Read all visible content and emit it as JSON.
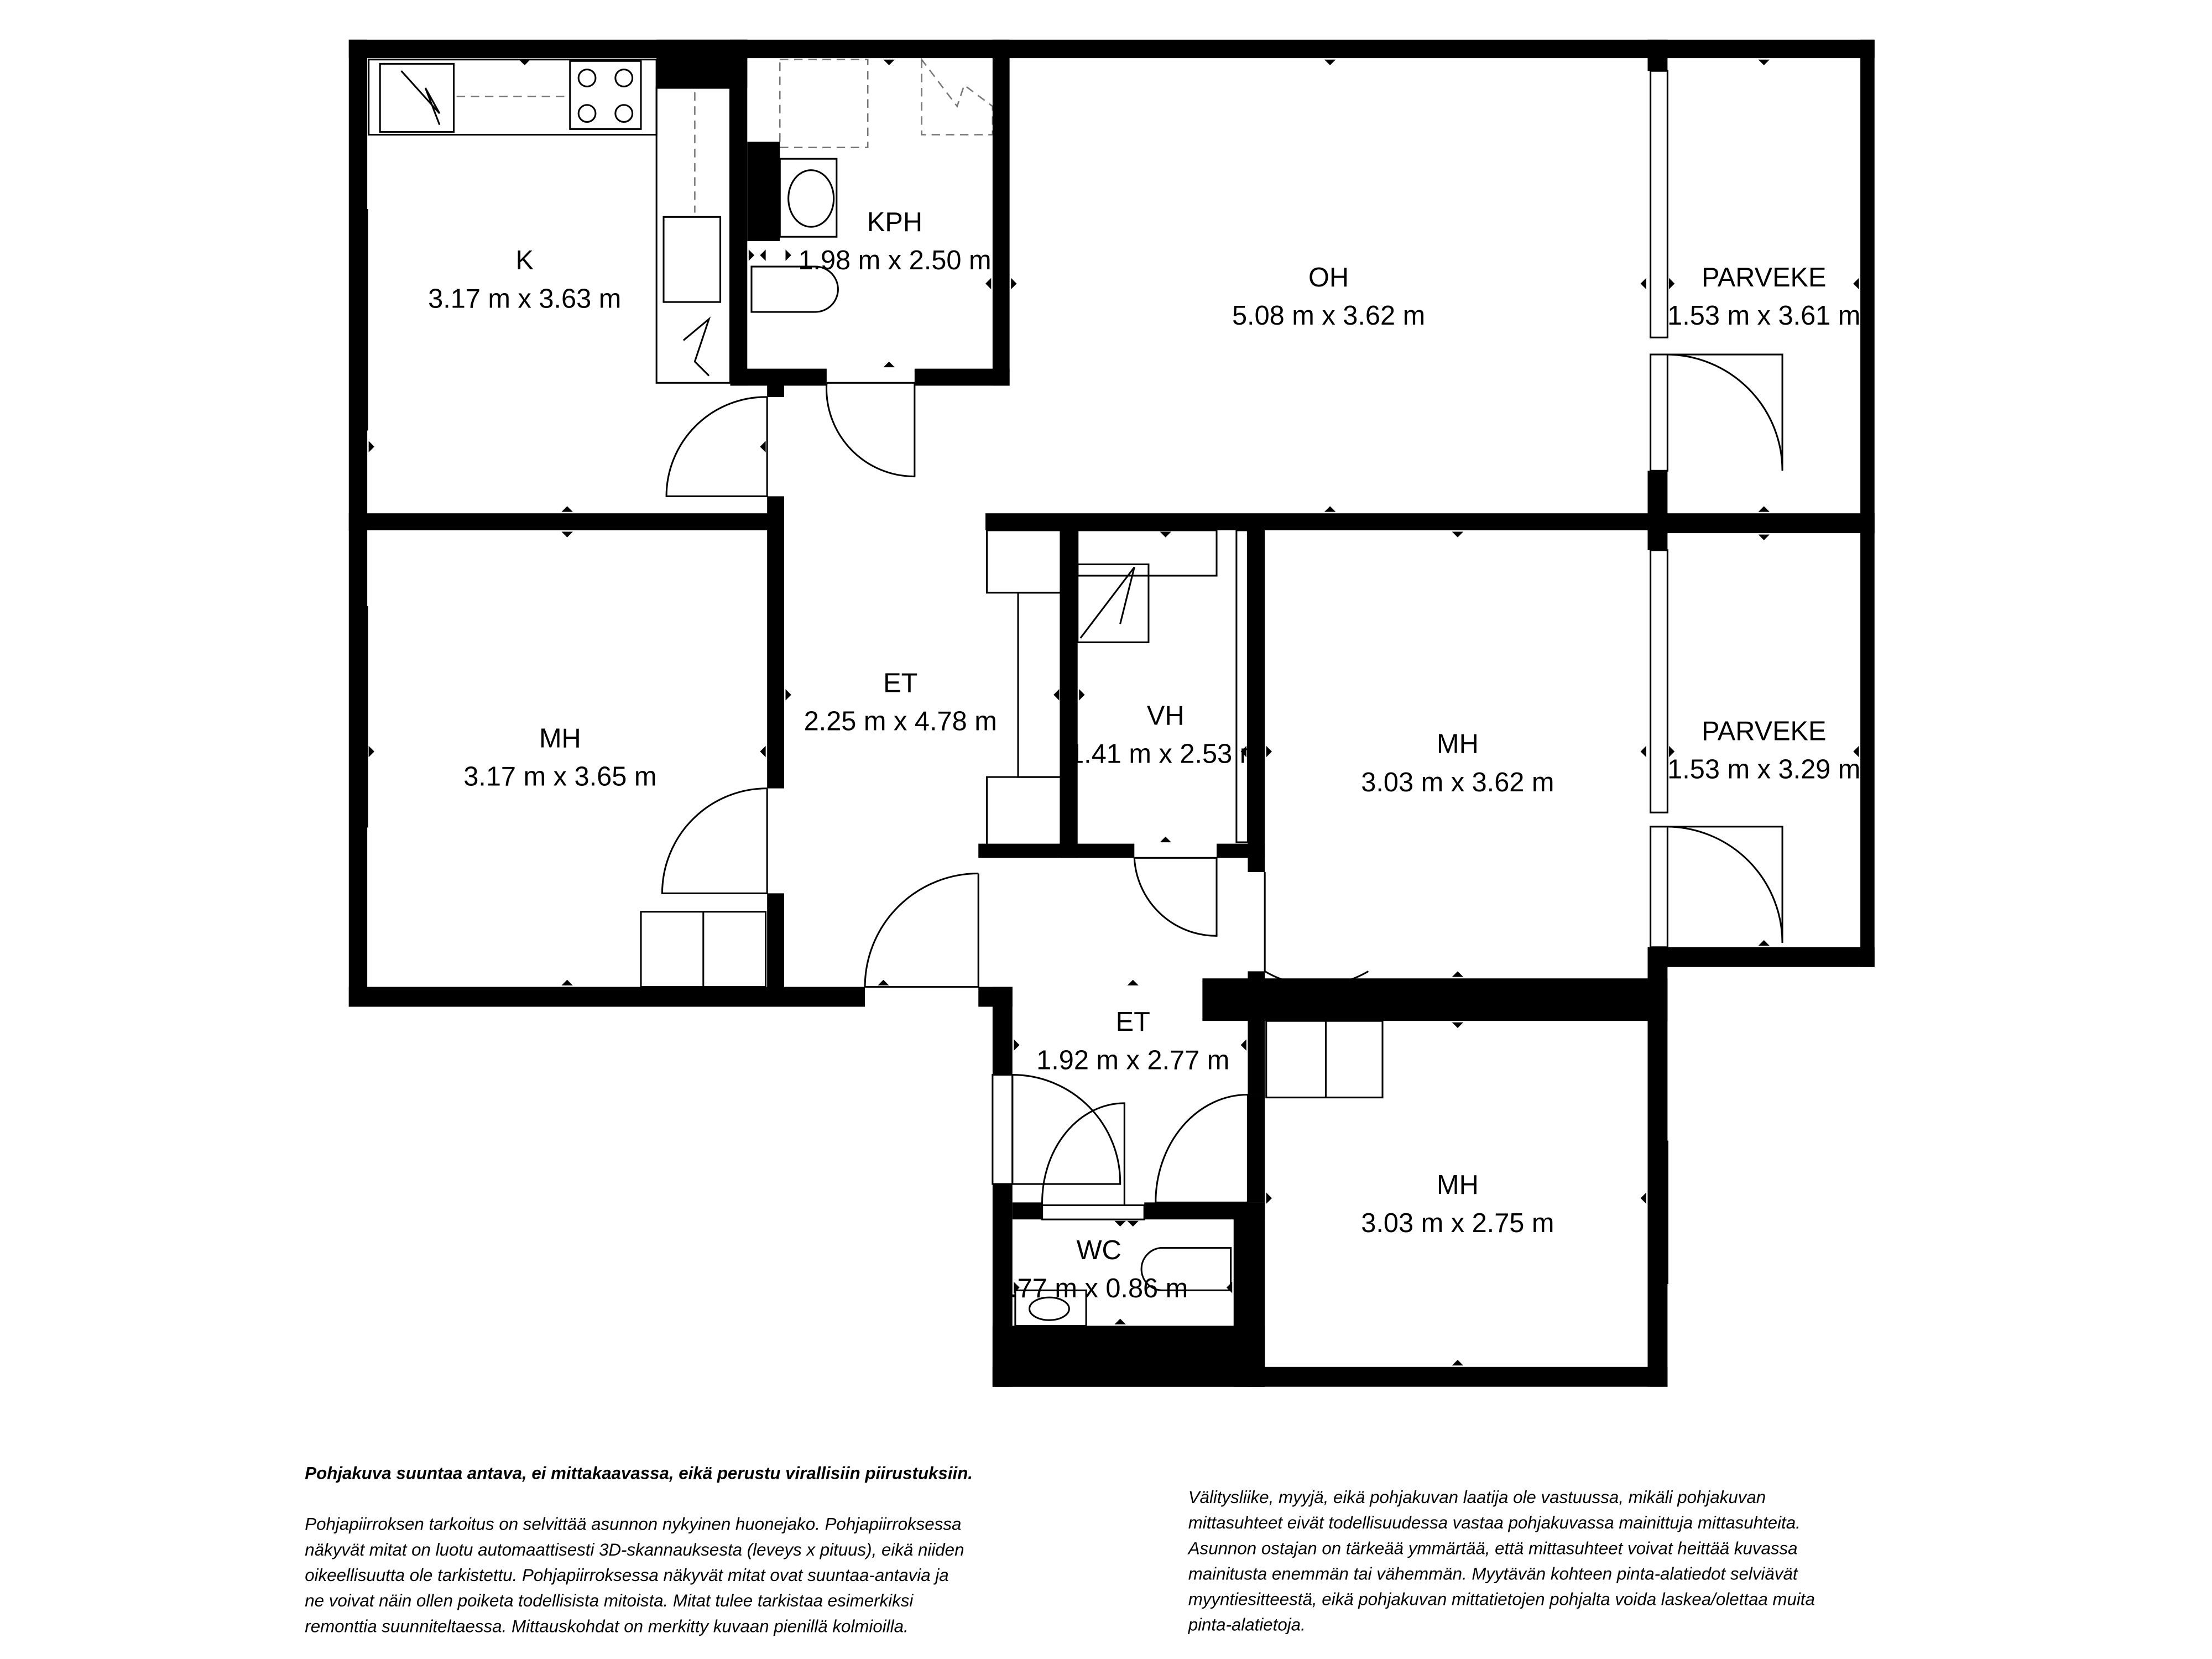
{
  "rooms": [
    {
      "name": "K",
      "size": "3.17 m x 3.63 m"
    },
    {
      "name": "KPH",
      "size": "1.98 m x 2.50 m"
    },
    {
      "name": "OH",
      "size": "5.08 m x 3.62 m"
    },
    {
      "name": "PARVEKE",
      "size": "1.53 m x 3.61 m"
    },
    {
      "name": "MH",
      "size": "3.17 m x 3.65 m"
    },
    {
      "name": "ET",
      "size": "2.25 m x 4.78 m"
    },
    {
      "name": "VH",
      "size": "1.41 m x 2.53 m"
    },
    {
      "name": "MH",
      "size": "3.03 m x 3.62 m"
    },
    {
      "name": "PARVEKE",
      "size": "1.53 m x 3.29 m"
    },
    {
      "name": "ET",
      "size": "1.92 m x 2.77 m"
    },
    {
      "name": "MH",
      "size": "3.03 m x 2.75 m"
    },
    {
      "name": "WC",
      "size": ".77 m x 0.86 m"
    }
  ],
  "disclaimer": {
    "heading": "Pohjakuva suuntaa antava, ei mittakaavassa, eikä perustu virallisiin piirustuksiin.",
    "left_lines": [
      "Pohjapiirroksen tarkoitus on selvittää asunnon nykyinen huonejako. Pohjapiirroksessa",
      "näkyvät mitat on luotu automaattisesti 3D-skannauksesta (leveys x pituus), eikä niiden",
      "oikeellisuutta ole tarkistettu. Pohjapiirroksessa näkyvät mitat ovat suuntaa-antavia ja",
      "ne voivat näin ollen poiketa todellisista mitoista. Mitat tulee tarkistaa esimerkiksi",
      "remonttia suunniteltaessa. Mittauskohdat on merkitty kuvaan pienillä kolmioilla."
    ],
    "right_lines": [
      "Välitysliike, myyjä, eikä pohjakuvan laatija ole vastuussa, mikäli pohjakuvan",
      "mittasuhteet eivät todellisuudessa vastaa pohjakuvassa mainittuja mittasuhteita.",
      "Asunnon ostajan on tärkeää ymmärtää, että mittasuhteet voivat heittää kuvassa",
      "mainitusta enemmän tai vähemmän. Myytävän kohteen pinta-alatiedot selviävät",
      "myyntiesitteestä, eikä pohjakuvan mittatietojen pohjalta voida laskea/olettaa muita",
      "pinta-alatietoja."
    ]
  }
}
